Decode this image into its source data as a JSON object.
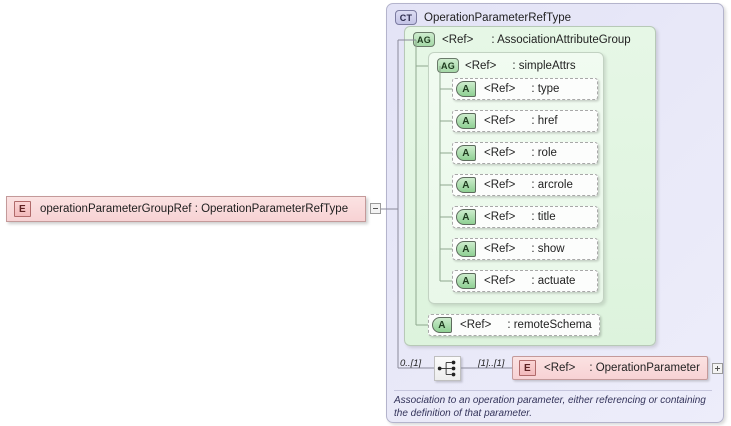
{
  "diagram": {
    "type": "xsd-schema-diagram",
    "colors": {
      "element_fill": "#f7d2d4",
      "element_border": "#c49a9a",
      "complextype_fill": "#e8e8f8",
      "complextype_border": "#b4b4cc",
      "attributegroup_fill": "#ddf3dd",
      "attributegroup_border": "#b7c9b7",
      "attribute_badge": "#8fd093",
      "note_text": "#33335a"
    }
  },
  "root_element": {
    "badge": "E",
    "badge_name": "element-badge",
    "name": "operationParameterGroupRef",
    "type": "OperationParameterRefType",
    "label": "operationParameterGroupRef : OperationParameterRefType",
    "collapse_control": "collapse-icon"
  },
  "complex_type": {
    "badge": "CT",
    "badge_name": "complextype-badge",
    "title": "OperationParameterRefType"
  },
  "attribute_group_outer": {
    "badge": "AG",
    "badge_name": "attributegroup-badge",
    "ref": "<Ref>",
    "name": ": AssociationAttributeGroup"
  },
  "attribute_group_inner": {
    "badge": "AG",
    "badge_name": "attributegroup-badge",
    "ref": "<Ref>",
    "name": ": simpleAttrs"
  },
  "attributes": [
    {
      "badge": "A",
      "ref": "<Ref>",
      "name": ": type"
    },
    {
      "badge": "A",
      "ref": "<Ref>",
      "name": ": href"
    },
    {
      "badge": "A",
      "ref": "<Ref>",
      "name": ": role"
    },
    {
      "badge": "A",
      "ref": "<Ref>",
      "name": ": arcrole"
    },
    {
      "badge": "A",
      "ref": "<Ref>",
      "name": ": title"
    },
    {
      "badge": "A",
      "ref": "<Ref>",
      "name": ": show"
    },
    {
      "badge": "A",
      "ref": "<Ref>",
      "name": ": actuate"
    }
  ],
  "remote_schema_attribute": {
    "badge": "A",
    "ref": "<Ref>",
    "name": ": remoteSchema"
  },
  "content_model": {
    "connector": "choice-connector",
    "cardinality_left": "0..[1]",
    "cardinality_right": "[1]..[1]"
  },
  "operation_parameter_element": {
    "badge": "E",
    "badge_name": "element-badge",
    "ref": "<Ref>",
    "name": ": OperationParameter",
    "expand_control": "expand-icon"
  },
  "note": {
    "text": "Association to an operation parameter, either referencing or containing the definition of that parameter."
  }
}
